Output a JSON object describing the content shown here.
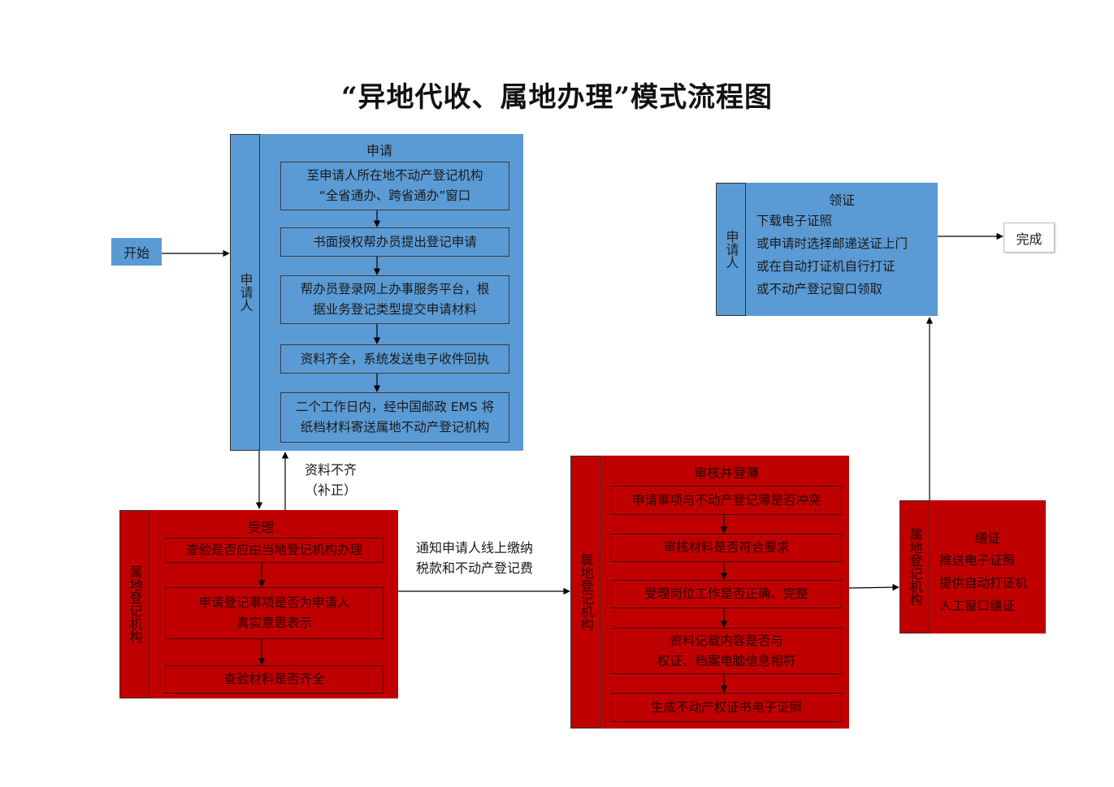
{
  "title": "“异地代收、属地办理”模式流程图",
  "colors": {
    "applicant": "#5b9bd5",
    "institution": "#c00000"
  },
  "start": {
    "label": "开始"
  },
  "finish": {
    "label": "完成"
  },
  "apply": {
    "lane_label": "申请人",
    "header": "申请",
    "steps": [
      "至申请人所在地不动产登记机构\n“全省通办、跨省通办”窗口",
      "书面授权帮办员提出登记申请",
      "帮办员登录网上办事服务平台，根\n据业务登记类型提交申请材料",
      "资料齐全，系统发送电子收件回执",
      "二个工作日内，经中国邮政 EMS 将\n纸档材料寄送属地不动产登记机构"
    ]
  },
  "accept": {
    "lane_label": "属地登记机构",
    "header": "受理",
    "steps": [
      "查验是否应由当地登记机构办理",
      "申请登记事项是否为申请人\n真实意思表示",
      "查验材料是否齐全"
    ]
  },
  "incomplete_note": "资料不齐\n（补正）",
  "fee_note": "通知申请人线上缴纳\n税款和不动产登记费",
  "review": {
    "lane_label": "属地登记机构",
    "header": "审核并登薄",
    "steps": [
      "申请事项与不动产登记薄是否冲突",
      "审核材料是否符合要求",
      "受理岗位工作是否正确、完整",
      "资料记载内容是否与\n权证、档案电脑信息相符",
      "生成不动产权证书电子证照"
    ]
  },
  "issue": {
    "lane_label": "属地登记机构",
    "header": "缮证",
    "lines": [
      "推送电子证照",
      "提供自动打证机",
      "人工窗口缮证"
    ]
  },
  "collect": {
    "lane_label": "申请人",
    "header": "领证",
    "lines": [
      "下载电子证照",
      "或申请时选择邮递送证上门",
      "或在自动打证机自行打证",
      "或不动产登记窗口领取"
    ]
  }
}
